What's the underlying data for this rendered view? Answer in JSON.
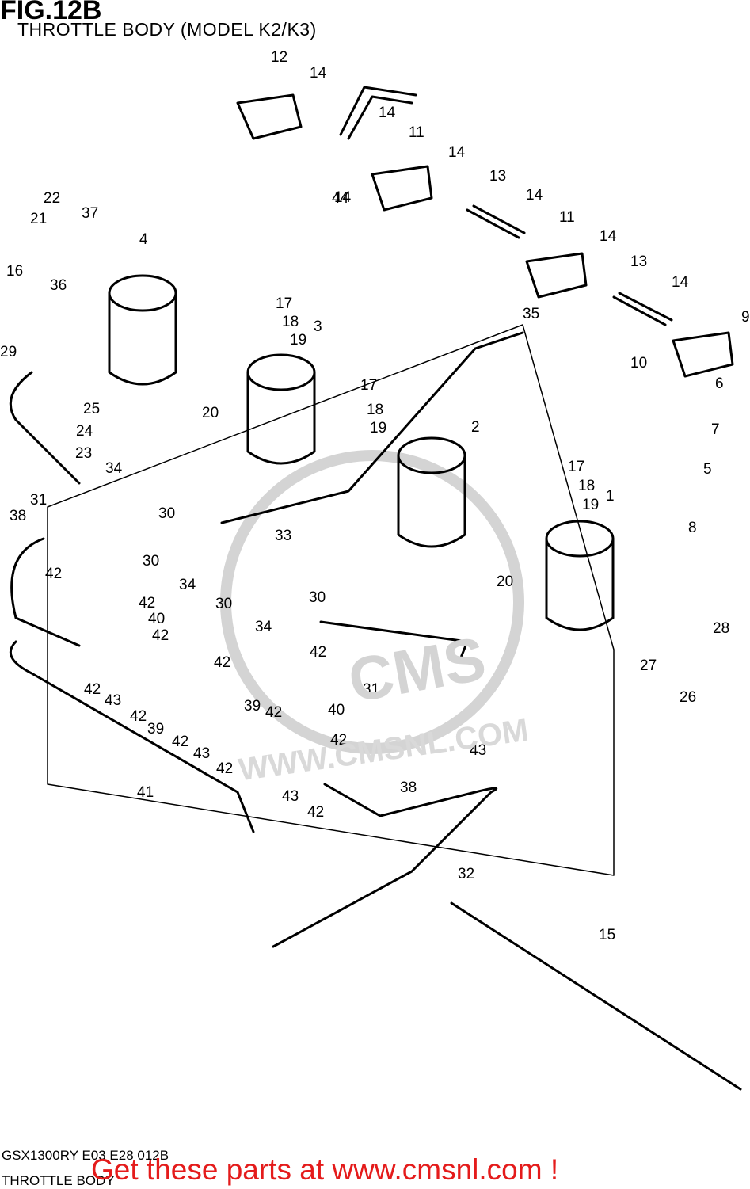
{
  "title": "FIG.12B",
  "subtitle": "THROTTLE BODY (MODEL K2/K3)",
  "footer_code": "GSX1300RY E03 E28 012B",
  "footer_section": "THROTTLE BODY",
  "promo_text": "Get these parts at www.cmsnl.com !",
  "watermark_url": "WWW.CMSNL.COM",
  "watermark_brand": "CMS",
  "colors": {
    "line": "#000000",
    "promo": "#e41b1b",
    "watermark": "#d4d4d4"
  },
  "callouts": [
    "1",
    "2",
    "3",
    "4",
    "5",
    "6",
    "7",
    "8",
    "9",
    "10",
    "11",
    "11",
    "12",
    "13",
    "13",
    "14",
    "14",
    "14",
    "14",
    "14",
    "14",
    "14",
    "15",
    "16",
    "17",
    "17",
    "17",
    "18",
    "18",
    "18",
    "19",
    "19",
    "19",
    "20",
    "20",
    "21",
    "22",
    "23",
    "24",
    "25",
    "26",
    "27",
    "28",
    "29",
    "30",
    "30",
    "30",
    "30",
    "31",
    "31",
    "32",
    "33",
    "34",
    "34",
    "34",
    "35",
    "36",
    "37",
    "38",
    "38",
    "39",
    "39",
    "40",
    "40",
    "41",
    "42",
    "42",
    "42",
    "42",
    "42",
    "42",
    "42",
    "42",
    "42",
    "42",
    "42",
    "42",
    "43",
    "43",
    "43",
    "43",
    "44"
  ]
}
